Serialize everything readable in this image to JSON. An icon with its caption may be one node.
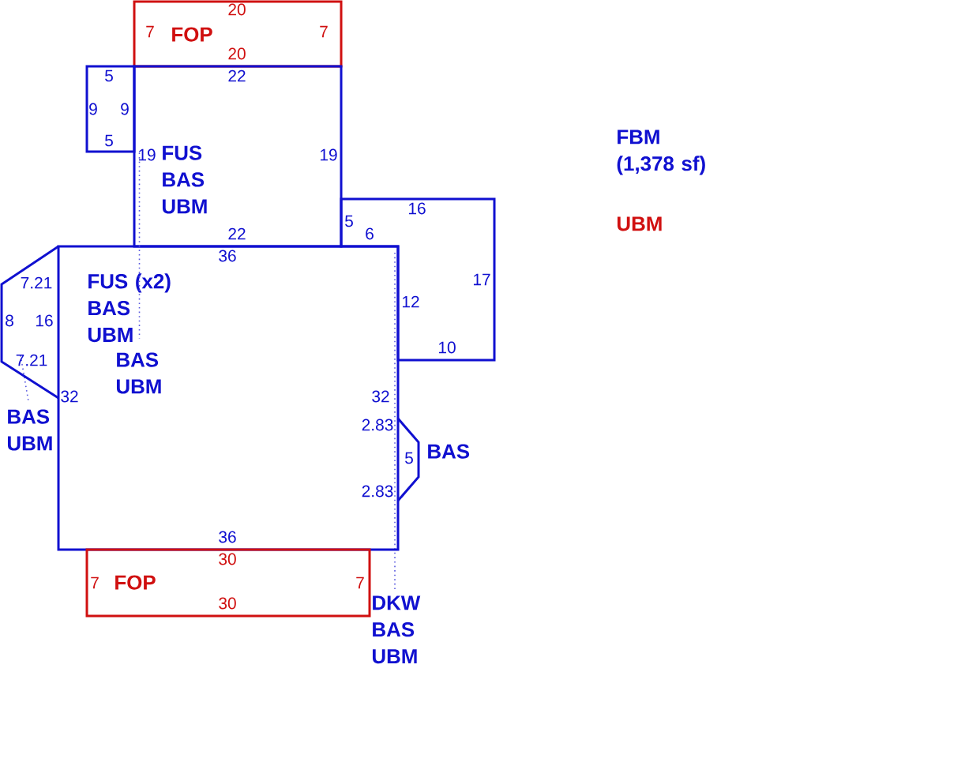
{
  "diagram": {
    "nodes": [
      {
        "text": [
          "FOP"
        ]
      },
      {
        "text": [],
        "shape": "box"
      },
      {
        "text": [
          "FUS BAS UBM"
        ]
      },
      {
        "text": [],
        "shape": "box"
      },
      {
        "text": [
          "FUS (x2) BAS UBM",
          "BAS UBM"
        ]
      },
      {
        "text": [
          "BAS UBM"
        ]
      },
      {
        "text": [
          "BAS"
        ]
      },
      {
        "text": [
          "FOP"
        ]
      }
    ],
    "edges": [
      {
        "from": 2,
        "to": 4,
        "arrow": "none",
        "style": "dashed"
      }
    ],
    "labels": [
      "20",
      "7",
      "7",
      "20",
      "5",
      "22",
      "9",
      "9",
      "5",
      "19",
      "19",
      "16",
      "5",
      "22",
      "6",
      "36",
      "7.21",
      "17",
      "12",
      "8",
      "16",
      "10",
      "7.21",
      "32",
      "32",
      "2.83",
      "5",
      "2.83",
      "36",
      "30",
      "7",
      "7",
      "30",
      "DKW BAS UBM",
      "FBM (1,378 sf)",
      "UBM"
    ]
  }
}
